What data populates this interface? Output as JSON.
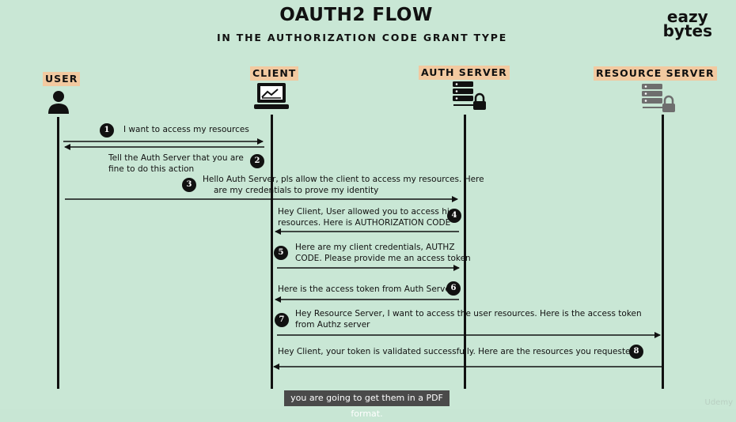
{
  "title": "OAUTH2 FLOW",
  "subtitle": "IN THE AUTHORIZATION CODE GRANT TYPE",
  "logo": {
    "line1": "eazy",
    "line2": "bytes"
  },
  "actors": {
    "user": "USER",
    "client": "CLIENT",
    "auth_server": "AUTH SERVER",
    "resource_server": "RESOURCE SERVER"
  },
  "icons": {
    "user": "person-icon",
    "client": "laptop-chart-icon",
    "auth_server": "server-lock-icon",
    "resource_server": "server-lock-icon"
  },
  "steps": [
    {
      "number": "1",
      "from": "user",
      "to": "client",
      "text": [
        "I want to access my resources"
      ]
    },
    {
      "number": "2",
      "from": "client",
      "to": "user",
      "text": [
        "Tell the Auth Server that you are",
        "fine  to do this action"
      ]
    },
    {
      "number": "3",
      "from": "user",
      "to": "auth_server",
      "text": [
        "Hello Auth Server, pls allow the client to access my resources. Here",
        "are my credentials to prove my identity"
      ]
    },
    {
      "number": "4",
      "from": "auth_server",
      "to": "client",
      "text": [
        "Hey Client, User allowed you to access his",
        "resources. Here is AUTHORIZATION CODE"
      ]
    },
    {
      "number": "5",
      "from": "client",
      "to": "auth_server",
      "text": [
        "Here are my client credentials, AUTHZ",
        "CODE. Please provide me an access token"
      ]
    },
    {
      "number": "6",
      "from": "auth_server",
      "to": "client",
      "text": [
        "Here is the access token from Auth Server"
      ]
    },
    {
      "number": "7",
      "from": "client",
      "to": "resource_server",
      "text": [
        "Hey Resource Server,  I want to access the     user resources. Here is the access token",
        "from Authz server"
      ]
    },
    {
      "number": "8",
      "from": "resource_server",
      "to": "client",
      "text": [
        "Hey Client, your token is validated successfully.  Here are the resources you requested"
      ]
    }
  ],
  "caption": "you are going to get them in a PDF format.",
  "watermark": "Udemy",
  "colors": {
    "background": "#c9e7d5",
    "label_highlight": "#f2c9a0",
    "ink": "#111111",
    "caption_bg": "#4a4a4a"
  }
}
